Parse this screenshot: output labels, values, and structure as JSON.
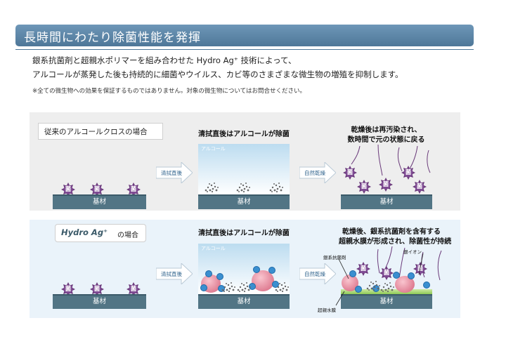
{
  "header": {
    "title": "長時間にわたり除菌性能を発揮"
  },
  "description": {
    "line1": "銀系抗菌剤と超親水ポリマーを組み合わせた Hydro Ag⁺ 技術によって、",
    "line2": "アルコールが蒸発した後も持続的に細菌やウイルス、カビ等のさまざまな微生物の増殖を抑制します。",
    "note": "※全ての微生物への効果を保証するものではありません。対象の微生物についてはお問合せください。"
  },
  "conventional": {
    "label": "従来のアルコールクロスの場合",
    "step2_heading": "清拭直後はアルコールが除菌",
    "step3_heading_line1": "乾燥後は再汚染され、",
    "step3_heading_line2": "数時間で元の状態に戻る",
    "arrow1": "清拭直後",
    "arrow2": "自然乾燥",
    "alcohol_label": "アルコール",
    "base_label": "基材",
    "germ_char": "菌"
  },
  "hydro": {
    "logo_text": "Hydro Ag⁺",
    "label_suffix": "の場合",
    "step2_heading": "清拭直後はアルコールが除菌",
    "step3_heading_line1": "乾燥後、銀系抗菌剤を含有する",
    "step3_heading_line2": "超親水膜が形成され、除菌性が持続",
    "arrow1": "清拭直後",
    "arrow2": "自然乾燥",
    "alcohol_label": "アルコール",
    "base_label": "基材",
    "germ_char": "菌",
    "callout_agent": "銀系抗菌剤",
    "callout_ion": "銀イオン",
    "callout_film": "超親水膜"
  },
  "colors": {
    "title_bar": "#5b84a6",
    "base": "#527585",
    "germ": "#6a3a7a",
    "ion": "#3a8fd0",
    "film": "#8fca55"
  }
}
